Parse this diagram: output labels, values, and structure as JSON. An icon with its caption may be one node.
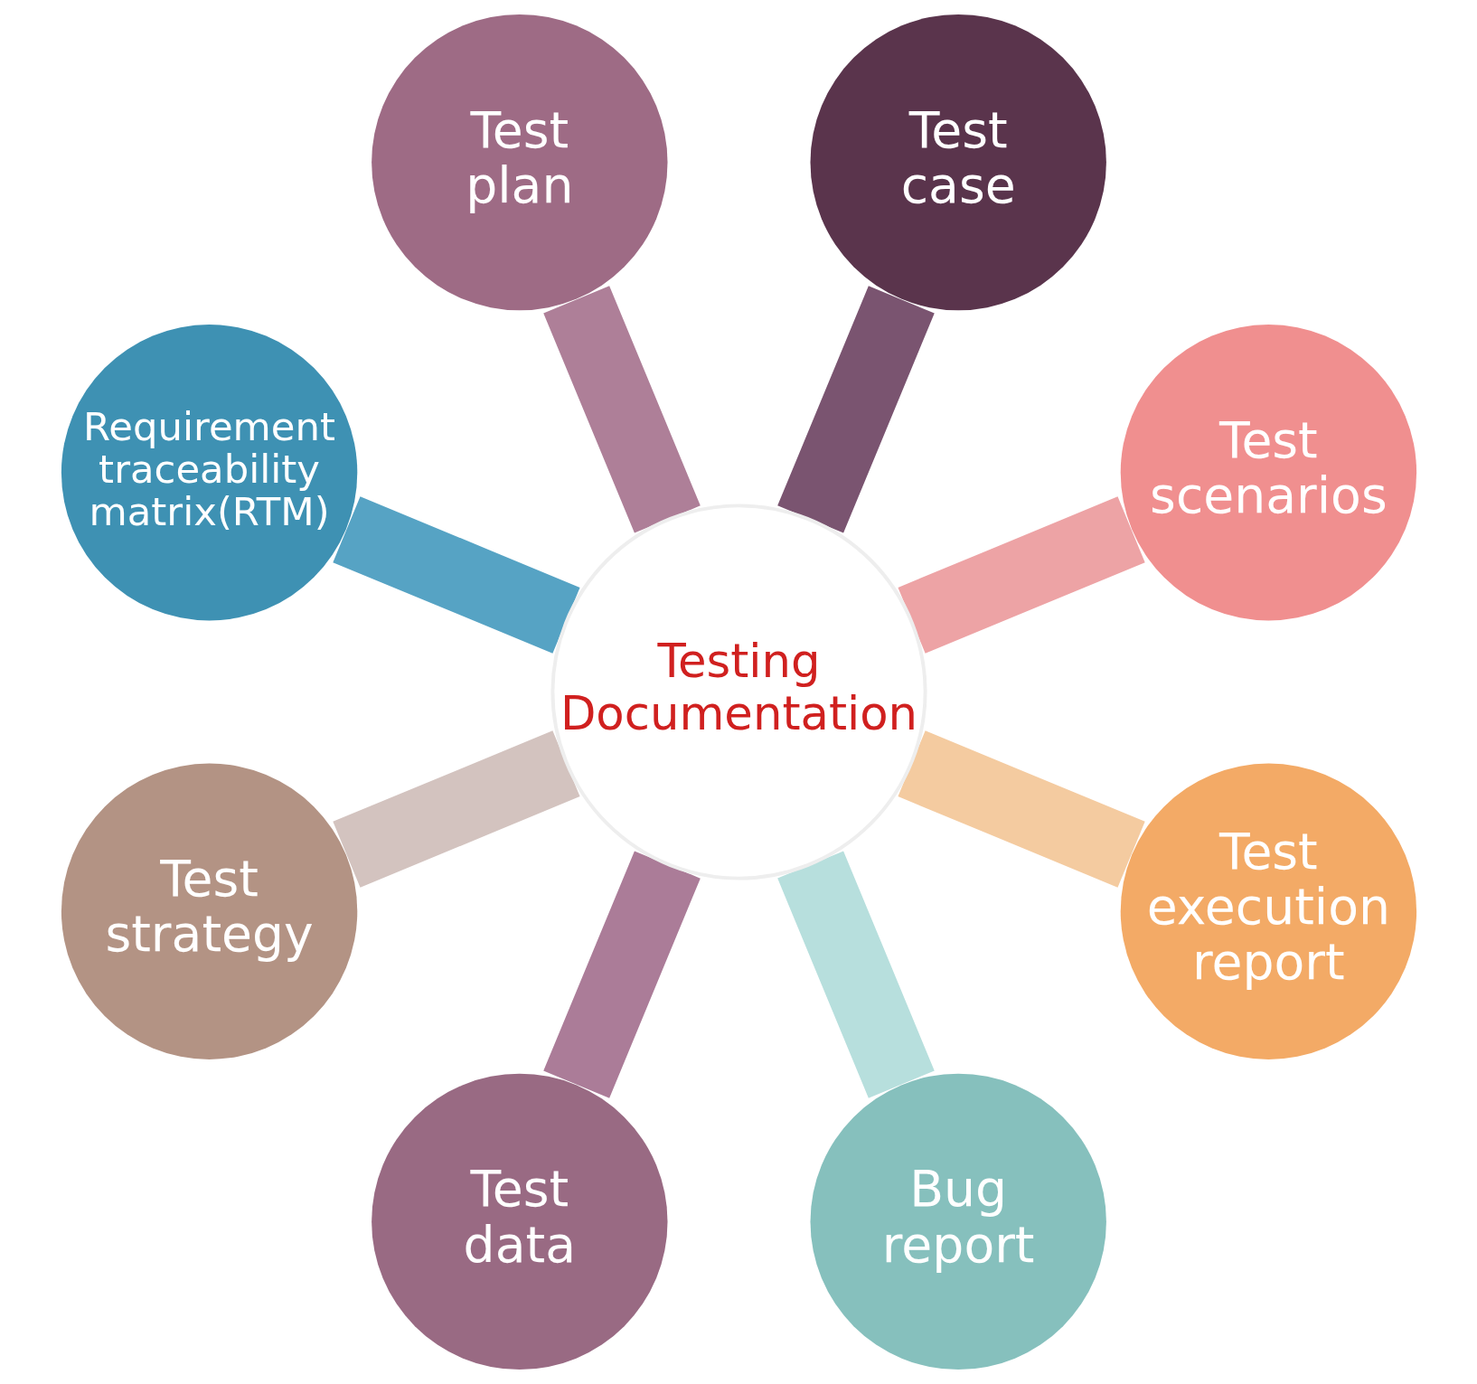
{
  "diagram": {
    "nodes": [
      {
        "text": [
          "Testing Documentation"
        ]
      },
      {
        "text": [
          "Test scenarios"
        ]
      },
      {
        "text": [
          "Test case"
        ]
      },
      {
        "text": [
          "Test plan"
        ]
      },
      {
        "text": [
          "Requirement traceability matrix(RTM)"
        ]
      },
      {
        "text": [
          "Test strategy"
        ]
      },
      {
        "text": [
          "Test data"
        ]
      },
      {
        "text": [
          "Bug report"
        ]
      },
      {
        "text": [
          "Test execution report"
        ]
      }
    ],
    "edges": [
      {
        "from": 0,
        "to": 1,
        "arrow": "none",
        "color": "#eda3a5"
      },
      {
        "from": 0,
        "to": 2,
        "arrow": "none",
        "color": "#7a5470"
      },
      {
        "from": 0,
        "to": 3,
        "arrow": "none",
        "color": "#ae7f98"
      },
      {
        "from": 0,
        "to": 4,
        "arrow": "none",
        "color": "#56a3c4"
      },
      {
        "from": 0,
        "to": 5,
        "arrow": "none",
        "color": "#d3c3bf"
      },
      {
        "from": 0,
        "to": 6,
        "arrow": "none",
        "color": "#ab7c98"
      },
      {
        "from": 0,
        "to": 7,
        "arrow": "none",
        "color": "#b7dfdd"
      },
      {
        "from": 0,
        "to": 8,
        "arrow": "none",
        "color": "#f4cba0"
      }
    ]
  }
}
